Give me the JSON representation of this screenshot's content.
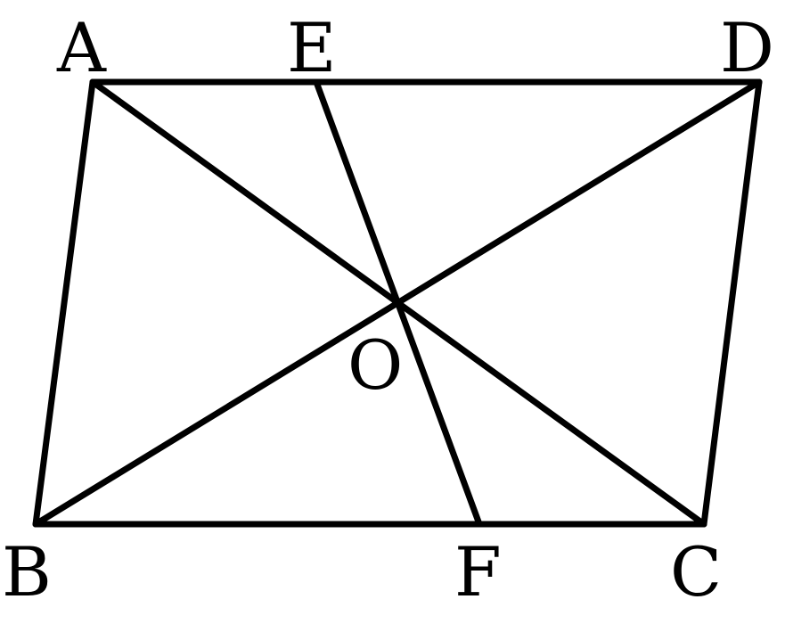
{
  "diagram": {
    "points": {
      "A": "A",
      "B": "B",
      "C": "C",
      "D": "D",
      "E": "E",
      "F": "F",
      "O": "O"
    },
    "segments": [
      [
        "A",
        "D"
      ],
      [
        "D",
        "C"
      ],
      [
        "C",
        "B"
      ],
      [
        "B",
        "A"
      ],
      [
        "A",
        "C"
      ],
      [
        "B",
        "D"
      ],
      [
        "E",
        "F"
      ]
    ],
    "stroke_color": "#000000"
  }
}
